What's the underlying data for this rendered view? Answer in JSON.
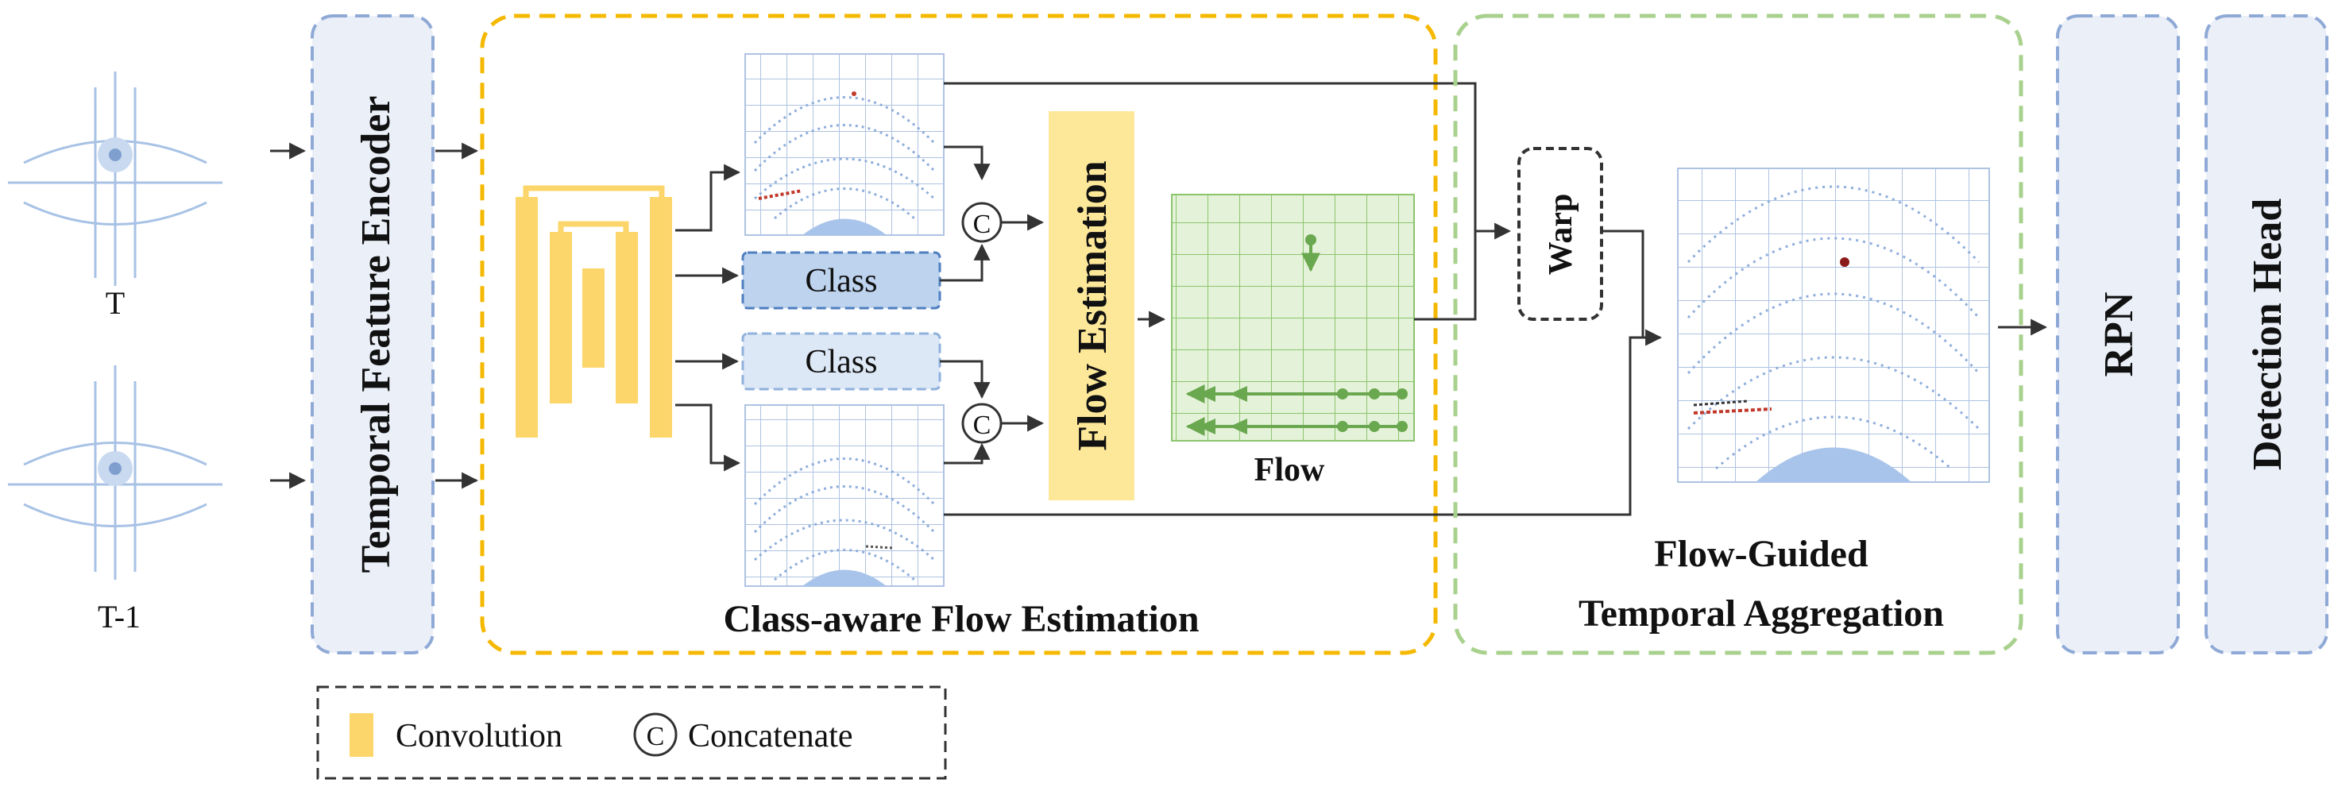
{
  "inputs": {
    "frame_t": "T",
    "frame_t_minus_1": "T-1"
  },
  "modules": {
    "temporal_encoder": "Temporal Feature Encoder",
    "class_aware_section": "Class-aware Flow Estimation",
    "flow_estimation": "Flow Estimation",
    "flow_label": "Flow",
    "class_top": "Class",
    "class_bottom": "Class",
    "concat_symbol": "C",
    "warp": "Warp",
    "aggregation_line1": "Flow-Guided",
    "aggregation_line2": "Temporal Aggregation",
    "rpn": "RPN",
    "detection_head": "Detection Head"
  },
  "legend": {
    "convolution": "Convolution",
    "concat_symbol": "C",
    "concatenate": "Concatenate"
  },
  "colors": {
    "conv_yellow": "#fcd66a",
    "flow_yellow": "#fde89a",
    "section_orange": "#f5b800",
    "section_green": "#a9d18e",
    "module_blue_border": "#8fa9d6",
    "module_blue_fill": "#eaeff8",
    "class_fill_dark": "#bdd3ee",
    "class_fill_light": "#dde8f6",
    "grid_blue": "#aec3e2",
    "flow_green": "#6aa84f",
    "flow_grid_fill": "#e4f2d9"
  }
}
